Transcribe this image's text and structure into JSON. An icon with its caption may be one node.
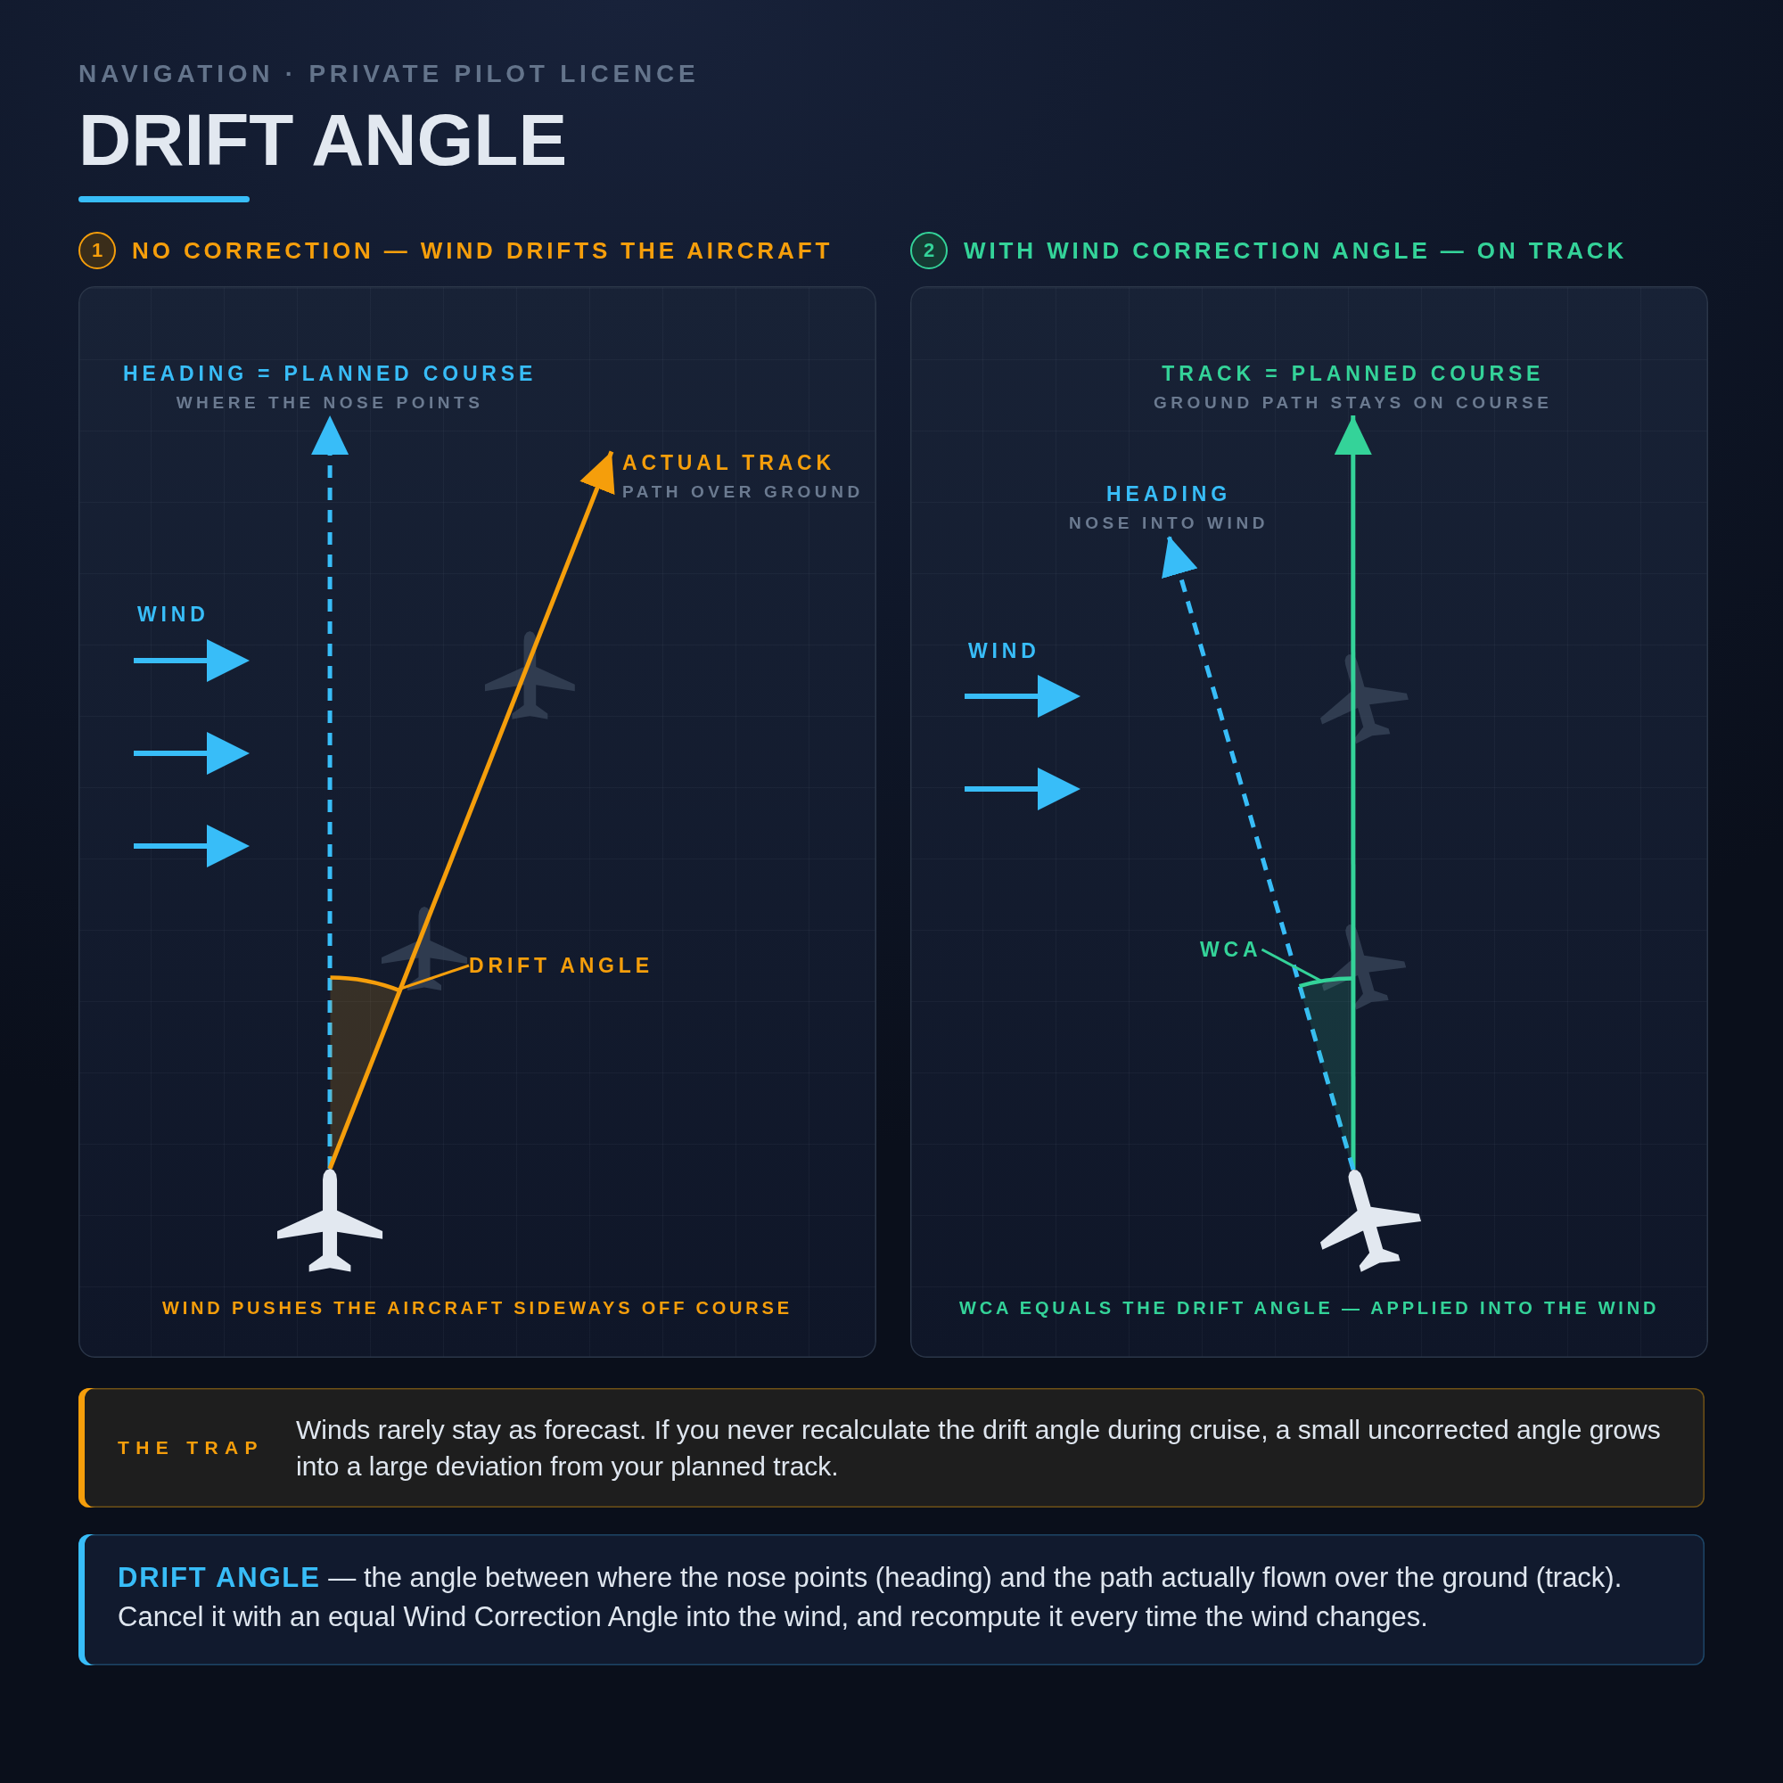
{
  "diagram": {
    "title": "DRIFT ANGLE",
    "nodes": [
      {
        "text": [
          "1",
          "NO CORRECTION — WIND DRIFTS THE AIRCRAFT",
          "WIND PUSHES THE AIRCRAFT SIDEWAYS OFF COURSE"
        ]
      },
      {
        "text": [
          "HEADING = PLANNED COURSE",
          "WHERE THE NOSE POINTS"
        ],
        "in": 0
      },
      {
        "text": [
          "ACTUAL TRACK",
          "PATH OVER GROUND"
        ],
        "in": 0
      },
      {
        "text": [
          "DRIFT ANGLE"
        ],
        "in": 0
      },
      {
        "text": [],
        "shape": "arc",
        "in": 0
      },
      {
        "text": [],
        "shape": "picture",
        "in": 0
      },
      {
        "text": [
          "2",
          "WITH WIND CORRECTION ANGLE — ON TRACK",
          "WCA EQUALS THE DRIFT ANGLE — APPLIED INTO THE WIND"
        ]
      },
      {
        "text": [
          "TRACK = PLANNED COURSE",
          "GROUND PATH STAYS ON COURSE"
        ],
        "in": 6
      },
      {
        "text": [
          "HEADING",
          "NOSE INTO WIND"
        ],
        "in": 6
      },
      {
        "text": [
          "WCA"
        ],
        "in": 6
      },
      {
        "text": [],
        "shape": "arc",
        "in": 6
      },
      {
        "text": [],
        "shape": "picture",
        "in": 6
      },
      {
        "text": [
          "THE TRAP",
          "Winds rarely stay as forecast. If you never recalculate the drift angle during cruise, a small uncorrected angle grows into a large deviation from your planned track."
        ]
      },
      {
        "text": [
          "**DRIFT ANGLE** — the angle between where the nose points (heading) and the path actually flown over the ground (track). Cancel it with an equal Wind Correction Angle into the wind, and recompute it every time the wind changes."
        ]
      }
    ],
    "edges": [
      {
        "from": 5,
        "to": 1,
        "arrow": "to",
        "style": "dashed",
        "color": "#38bdf8"
      },
      {
        "from": 5,
        "to": 2,
        "arrow": "to",
        "color": "#f59e0b"
      },
      {
        "from": 3,
        "to": 4,
        "arrow": "none",
        "color": "#f59e0b"
      },
      {
        "from": 11,
        "to": 7,
        "arrow": "to",
        "color": "#34d399"
      },
      {
        "from": 11,
        "to": 8,
        "arrow": "to",
        "style": "dashed",
        "color": "#38bdf8"
      },
      {
        "from": 9,
        "to": 10,
        "arrow": "none",
        "color": "#34d399"
      }
    ],
    "labels": [
      "NAVIGATION · PRIVATE PILOT LICENCE",
      "WIND",
      "WIND"
    ]
  }
}
